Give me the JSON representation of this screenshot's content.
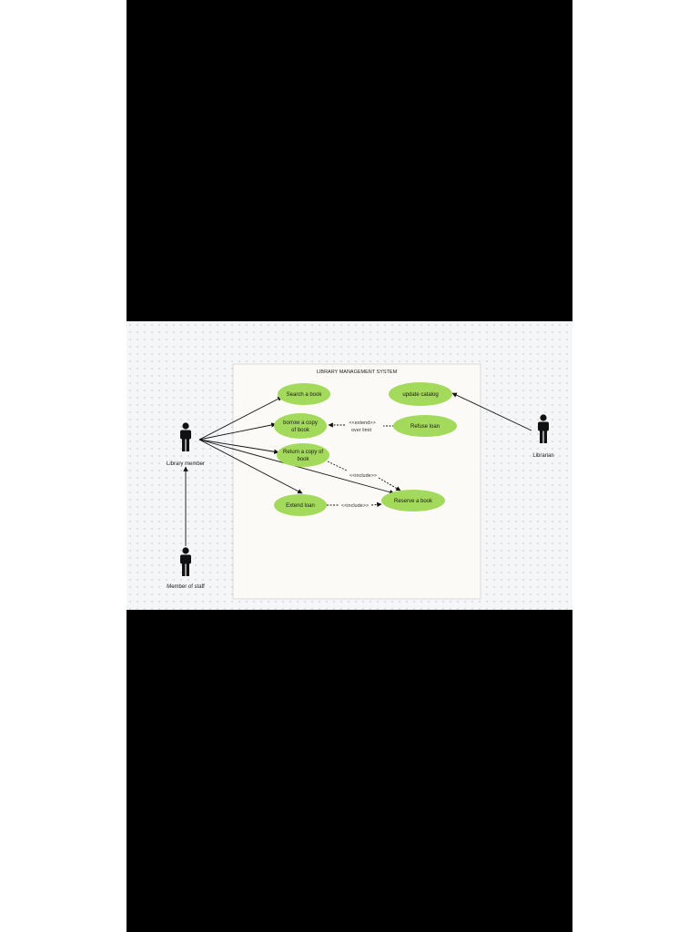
{
  "diagram": {
    "type": "uml-use-case",
    "system_boundary": {
      "title": "LIBRARY MANAGEMENT SYSTEM"
    },
    "actors": {
      "library_member": "Library  member",
      "member_of_staff": "Member of staff",
      "librarian": "Librarian"
    },
    "use_cases": {
      "search_book": "Search a book",
      "borrow_copy": [
        "borrow a copy",
        "of book"
      ],
      "return_copy": [
        "Return a copy of",
        "book"
      ],
      "extend_loan": "Extend loan",
      "reserve_book": "Reserve a book",
      "update_catalog": "update catalog",
      "refuse_loan": "Refuse loan"
    },
    "relationships": {
      "extend_stereotype": "<<extend>>",
      "extend_condition": "over limit",
      "include_stereotype_1": "<<include>>",
      "include_stereotype_2": "<<include>>"
    },
    "colors": {
      "use_case_fill": "#a3da5b",
      "letterbox": "#000000",
      "boundary_fill": "#fbfaf7",
      "line": "#111111"
    }
  }
}
